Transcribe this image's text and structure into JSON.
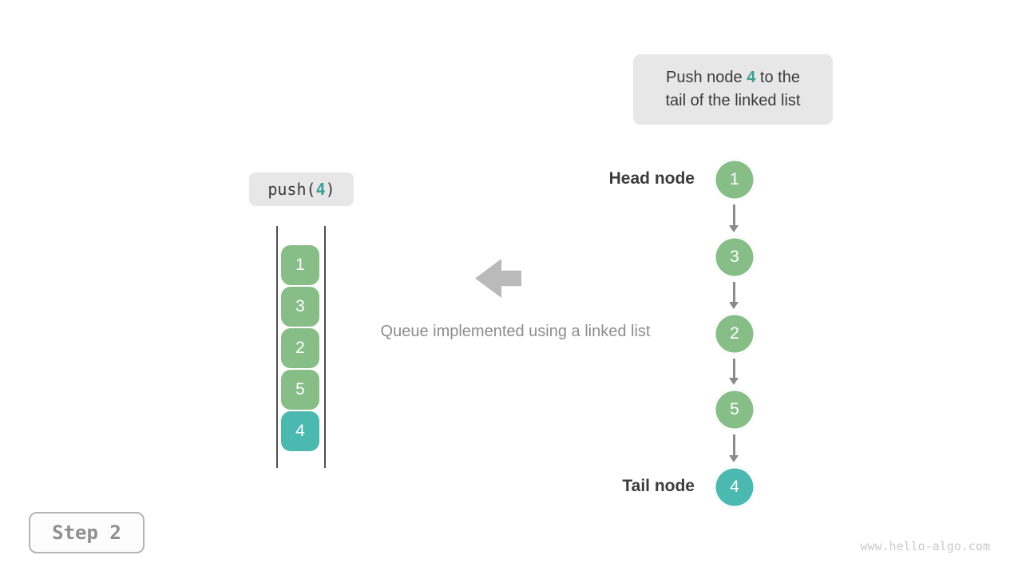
{
  "colors": {
    "green": "#87bd87",
    "teal": "#4cb9b0",
    "accent_teal": "#3d9f96",
    "box_bg": "#e7e7e7",
    "dark_text": "#3b3b3b",
    "caption_gray": "#8d8d8d",
    "arrow_gray": "#bababa",
    "link_gray": "#8a8a8a",
    "rail_dark": "#4f4f4f",
    "step_border": "#b5b5b5",
    "step_bg": "#fcfcfc",
    "step_text": "#8f8f8f",
    "footer_gray": "#c9c9c9"
  },
  "callout": {
    "prefix": "Push node ",
    "value": "4",
    "suffix": " to the",
    "line2": "tail of the linked list"
  },
  "push_op": {
    "prefix": "push(",
    "value": "4",
    "suffix": ")"
  },
  "queue_stack": {
    "items": [
      {
        "value": "1",
        "type": "green"
      },
      {
        "value": "3",
        "type": "green"
      },
      {
        "value": "2",
        "type": "green"
      },
      {
        "value": "5",
        "type": "green"
      },
      {
        "value": "4",
        "type": "teal"
      }
    ]
  },
  "caption": "Queue implemented using a linked list",
  "linked_list": {
    "head_label": "Head node",
    "tail_label": "Tail node",
    "nodes": [
      {
        "value": "1",
        "type": "green"
      },
      {
        "value": "3",
        "type": "green"
      },
      {
        "value": "2",
        "type": "green"
      },
      {
        "value": "5",
        "type": "green"
      },
      {
        "value": "4",
        "type": "teal"
      }
    ]
  },
  "step_badge": "Step 2",
  "footer": "www.hello-algo.com"
}
